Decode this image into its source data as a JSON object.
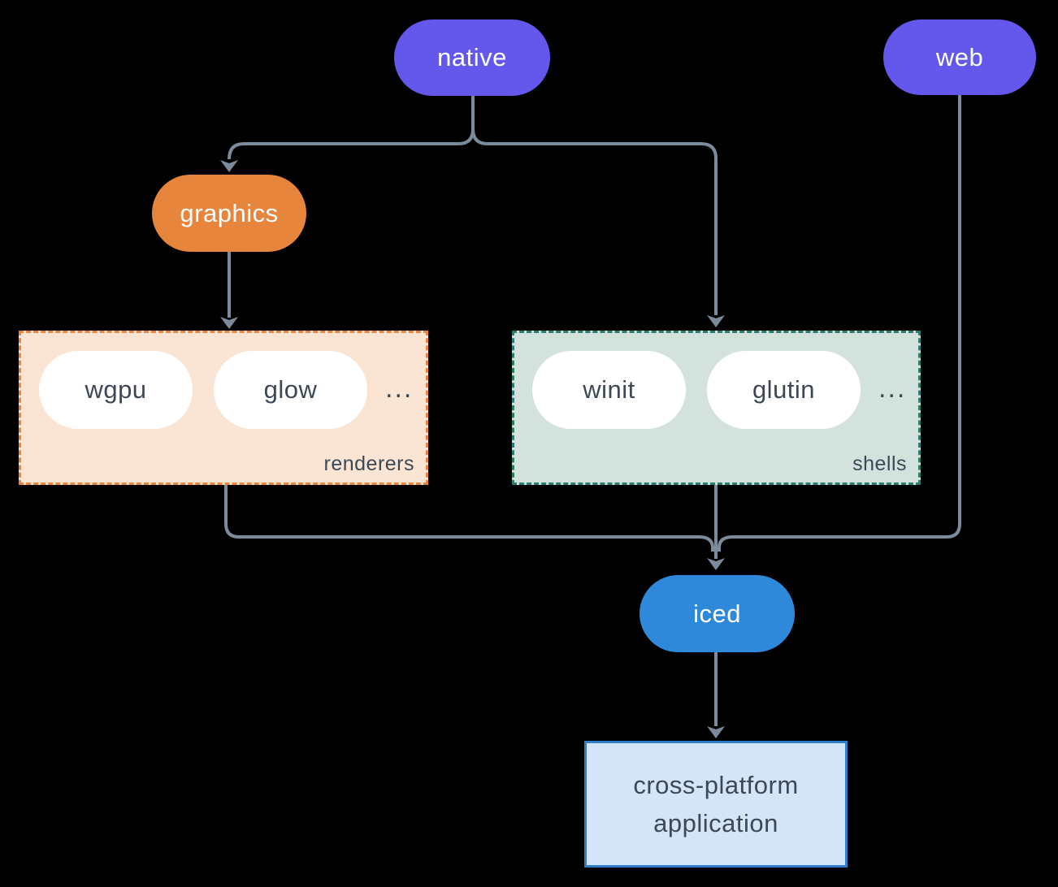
{
  "canvas": {
    "background": "#000000",
    "connector_color": "#7c8b9c"
  },
  "nodes": {
    "native": {
      "label": "native",
      "fill": "#6457ec",
      "text_color": "#ffffff"
    },
    "web": {
      "label": "web",
      "fill": "#6457ec",
      "text_color": "#ffffff"
    },
    "graphics": {
      "label": "graphics",
      "fill": "#e8853d",
      "text_color": "#ffffff"
    },
    "iced": {
      "label": "iced",
      "fill": "#2e89da",
      "text_color": "#ffffff"
    },
    "application": {
      "line1": "cross-platform",
      "line2": "application",
      "fill": "#d4e5f7",
      "border": "#2e7ecc",
      "text_color": "#3c4856"
    }
  },
  "groups": {
    "renderers": {
      "label": "renderers",
      "items": [
        "wgpu",
        "glow"
      ],
      "ellipsis": "...",
      "fill": "#fae5d4",
      "border": "#e8853d",
      "chip_fill": "#ffffff",
      "text_color": "#3c4856"
    },
    "shells": {
      "label": "shells",
      "items": [
        "winit",
        "glutin"
      ],
      "ellipsis": "...",
      "fill": "#d3e2dc",
      "border": "#2a7d6c",
      "chip_fill": "#ffffff",
      "text_color": "#3c4856"
    }
  },
  "edges": [
    {
      "from": "native",
      "to": "graphics"
    },
    {
      "from": "native",
      "to": "shells"
    },
    {
      "from": "graphics",
      "to": "renderers"
    },
    {
      "from": "renderers",
      "to": "iced"
    },
    {
      "from": "shells",
      "to": "iced"
    },
    {
      "from": "web",
      "to": "iced"
    },
    {
      "from": "iced",
      "to": "application"
    }
  ]
}
